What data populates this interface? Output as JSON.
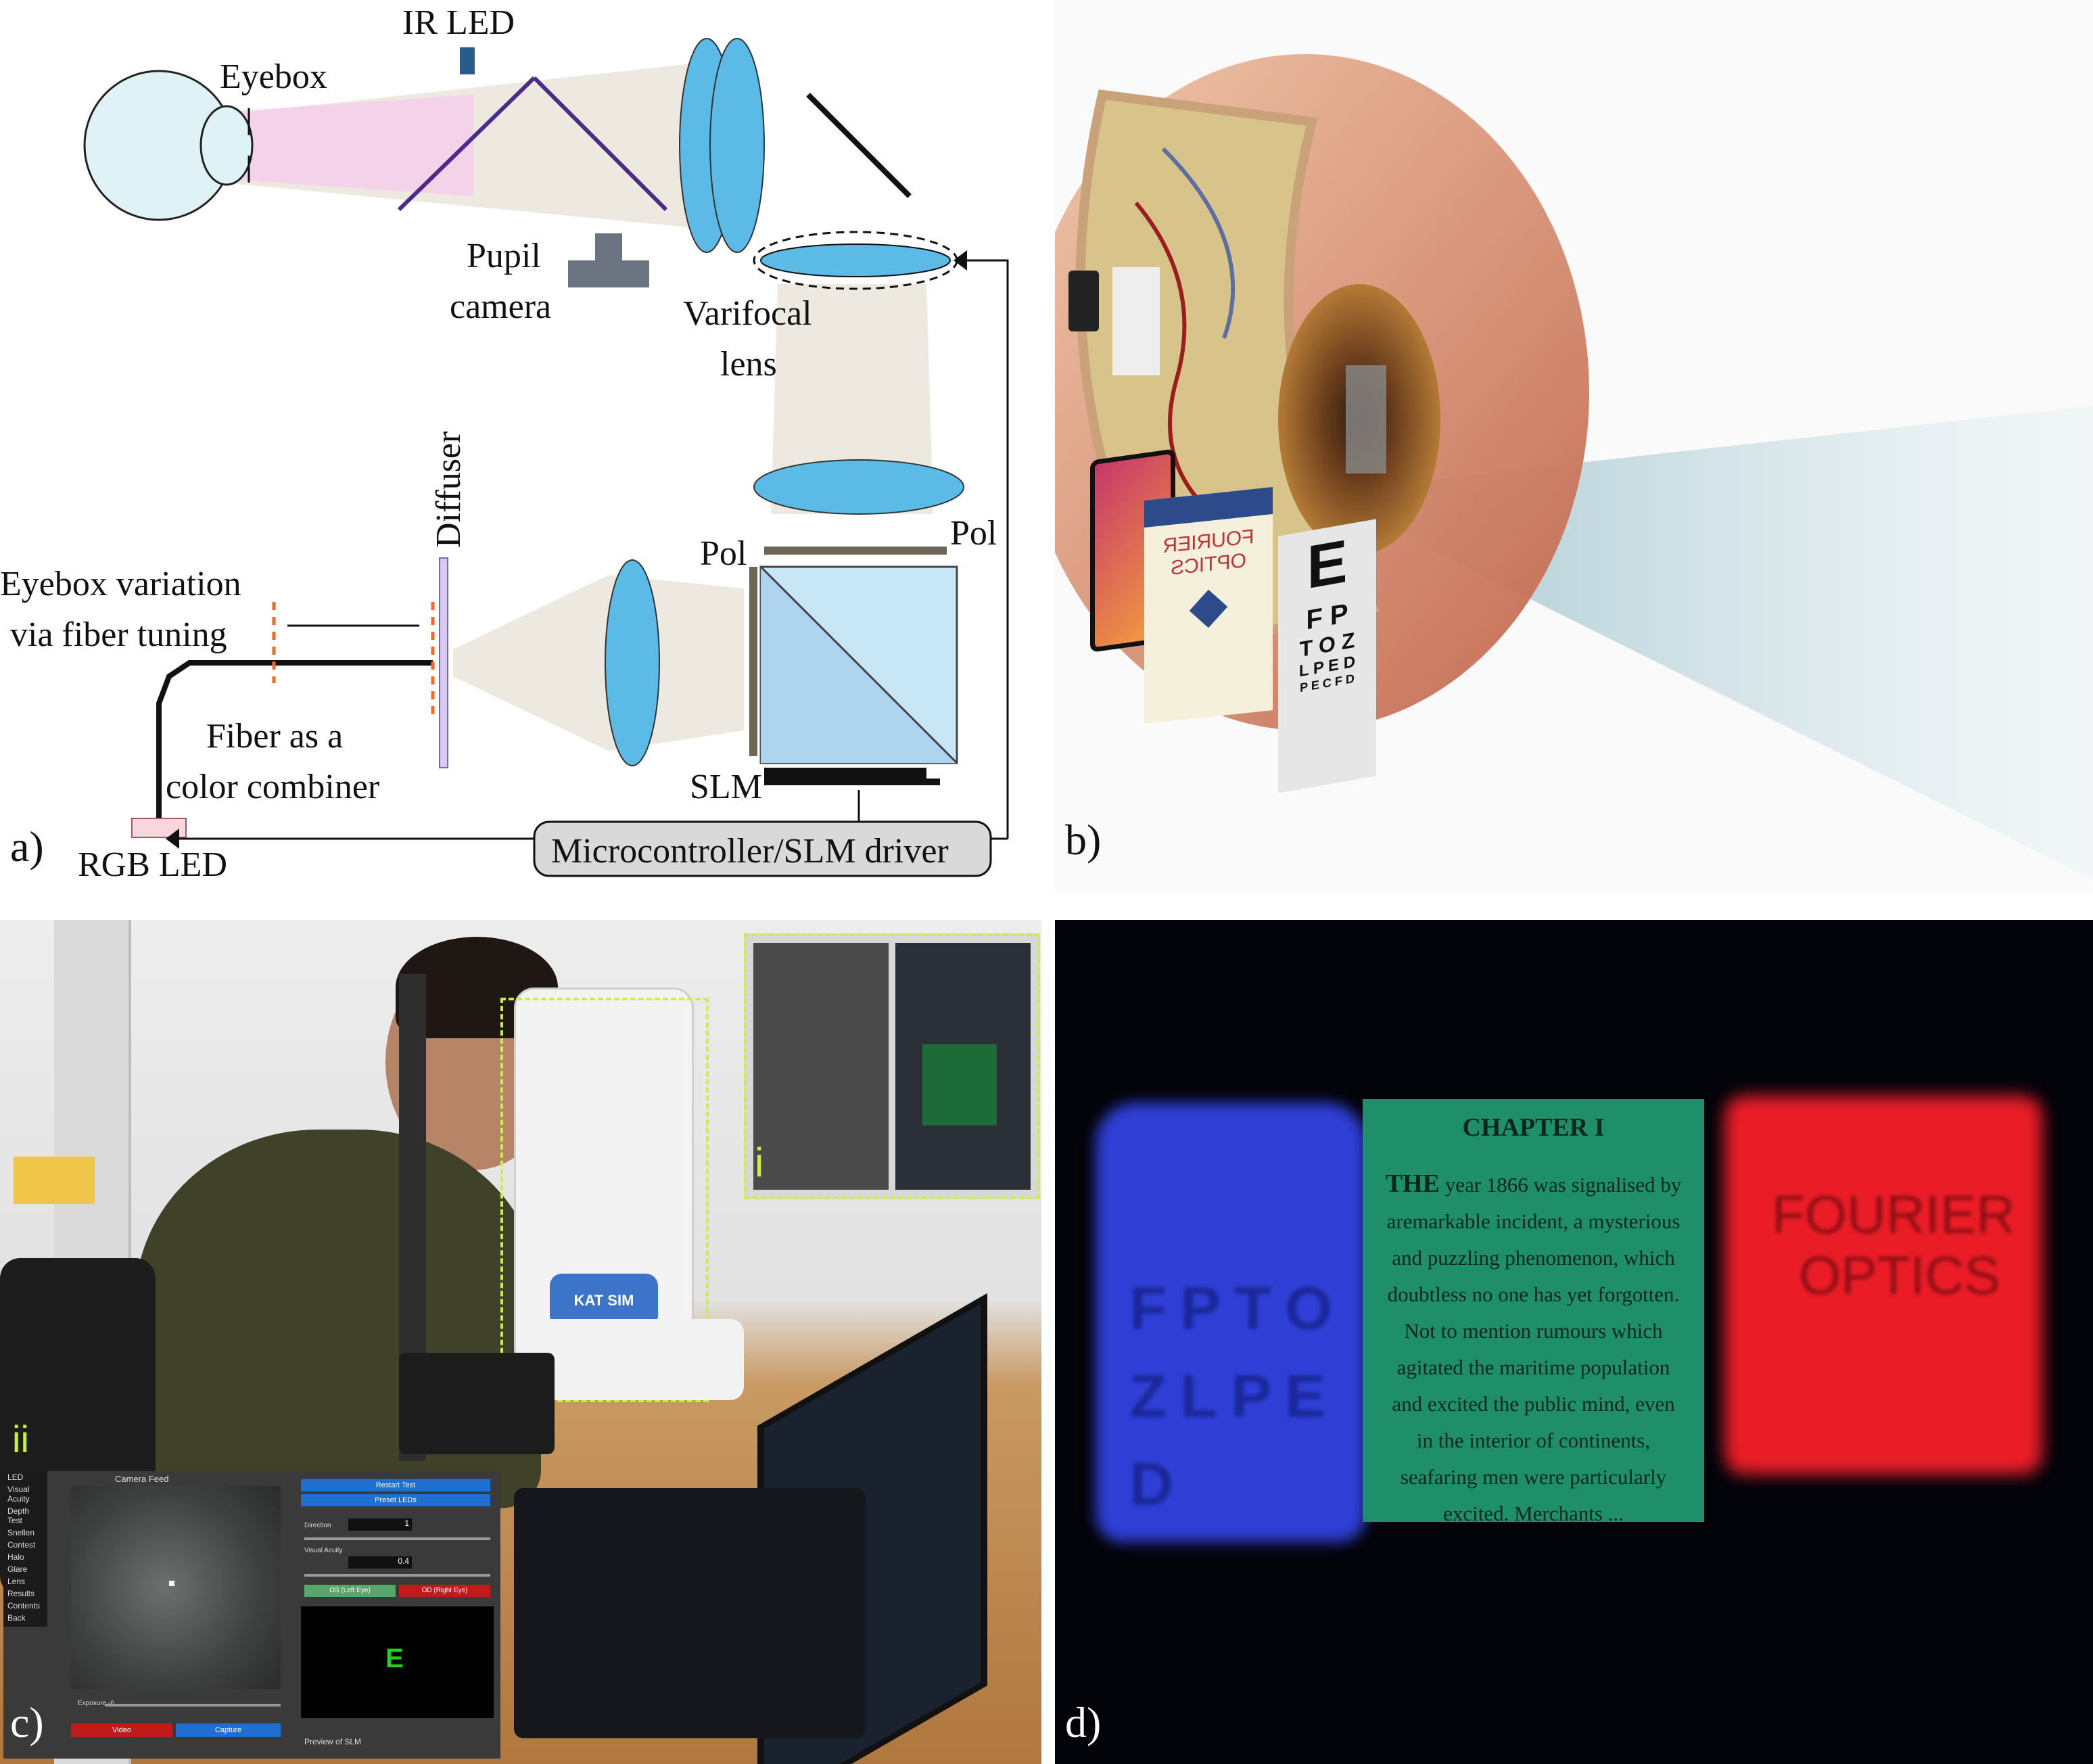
{
  "panel_a": {
    "label": "a)",
    "eyebox": "Eyebox",
    "ir_led": "IR LED",
    "pupil_camera_1": "Pupil",
    "pupil_camera_2": "camera",
    "varifocal_1": "Varifocal",
    "varifocal_2": "lens",
    "diffuser": "Diffuser",
    "pol_left": "Pol",
    "pol_right": "Pol",
    "eyebox_var_1": "Eyebox variation",
    "eyebox_var_2": "via fiber tuning",
    "fiber_1": "Fiber as a",
    "fiber_2": "color combiner",
    "slm": "SLM",
    "rgb_led": "RGB LED",
    "controller": "Microcontroller/SLM driver"
  },
  "panel_b": {
    "label": "b)",
    "book_title_1": "FOURIER",
    "book_title_2": "OPTICS"
  },
  "panel_c": {
    "label": "c)",
    "inset_i": "i",
    "inset_ii": "ii",
    "device_logo": "KAT SIM",
    "ui": {
      "sidebar": [
        "LED",
        "Visual Acuity",
        "Depth Test",
        "Snellen",
        "Contest",
        "Halo",
        "Glare",
        "Lens",
        "Results",
        "Contents",
        "Back"
      ],
      "camera_feed": "Camera Feed",
      "restart": "Restart Test",
      "preset": "Preset LEDs",
      "direction_label": "Direction",
      "direction_value": "1",
      "acuity_label": "Visual Acuity",
      "acuity_value": "0.4",
      "os_btn": "OS (Left Eye)",
      "od_btn": "OD (Right Eye)",
      "exposure": "Exposure -6",
      "video_btn": "Video",
      "capture_btn": "Capture",
      "preview_label": "Preview of SLM",
      "preview_letter": "E"
    }
  },
  "panel_d": {
    "label": "d)",
    "chapter_title": "CHAPTER I",
    "chapter_first": "THE",
    "chapter_lines": [
      "year 1866 was signalised by",
      "aremarkable incident, a mysterious",
      "and puzzling phenomenon, which",
      "doubtless no one has yet forgotten.",
      "Not to mention rumours which",
      "agitated the maritime population",
      "and excited the public mind, even",
      "in the interior of continents,",
      "seafaring men were particularly",
      "excited. Merchants ..."
    ],
    "red_title_1": "FOURIER",
    "red_title_2": "OPTICS",
    "blue_letters": [
      "F",
      "P",
      "T",
      "O",
      "Z",
      "L",
      "P",
      "E",
      "D"
    ]
  }
}
